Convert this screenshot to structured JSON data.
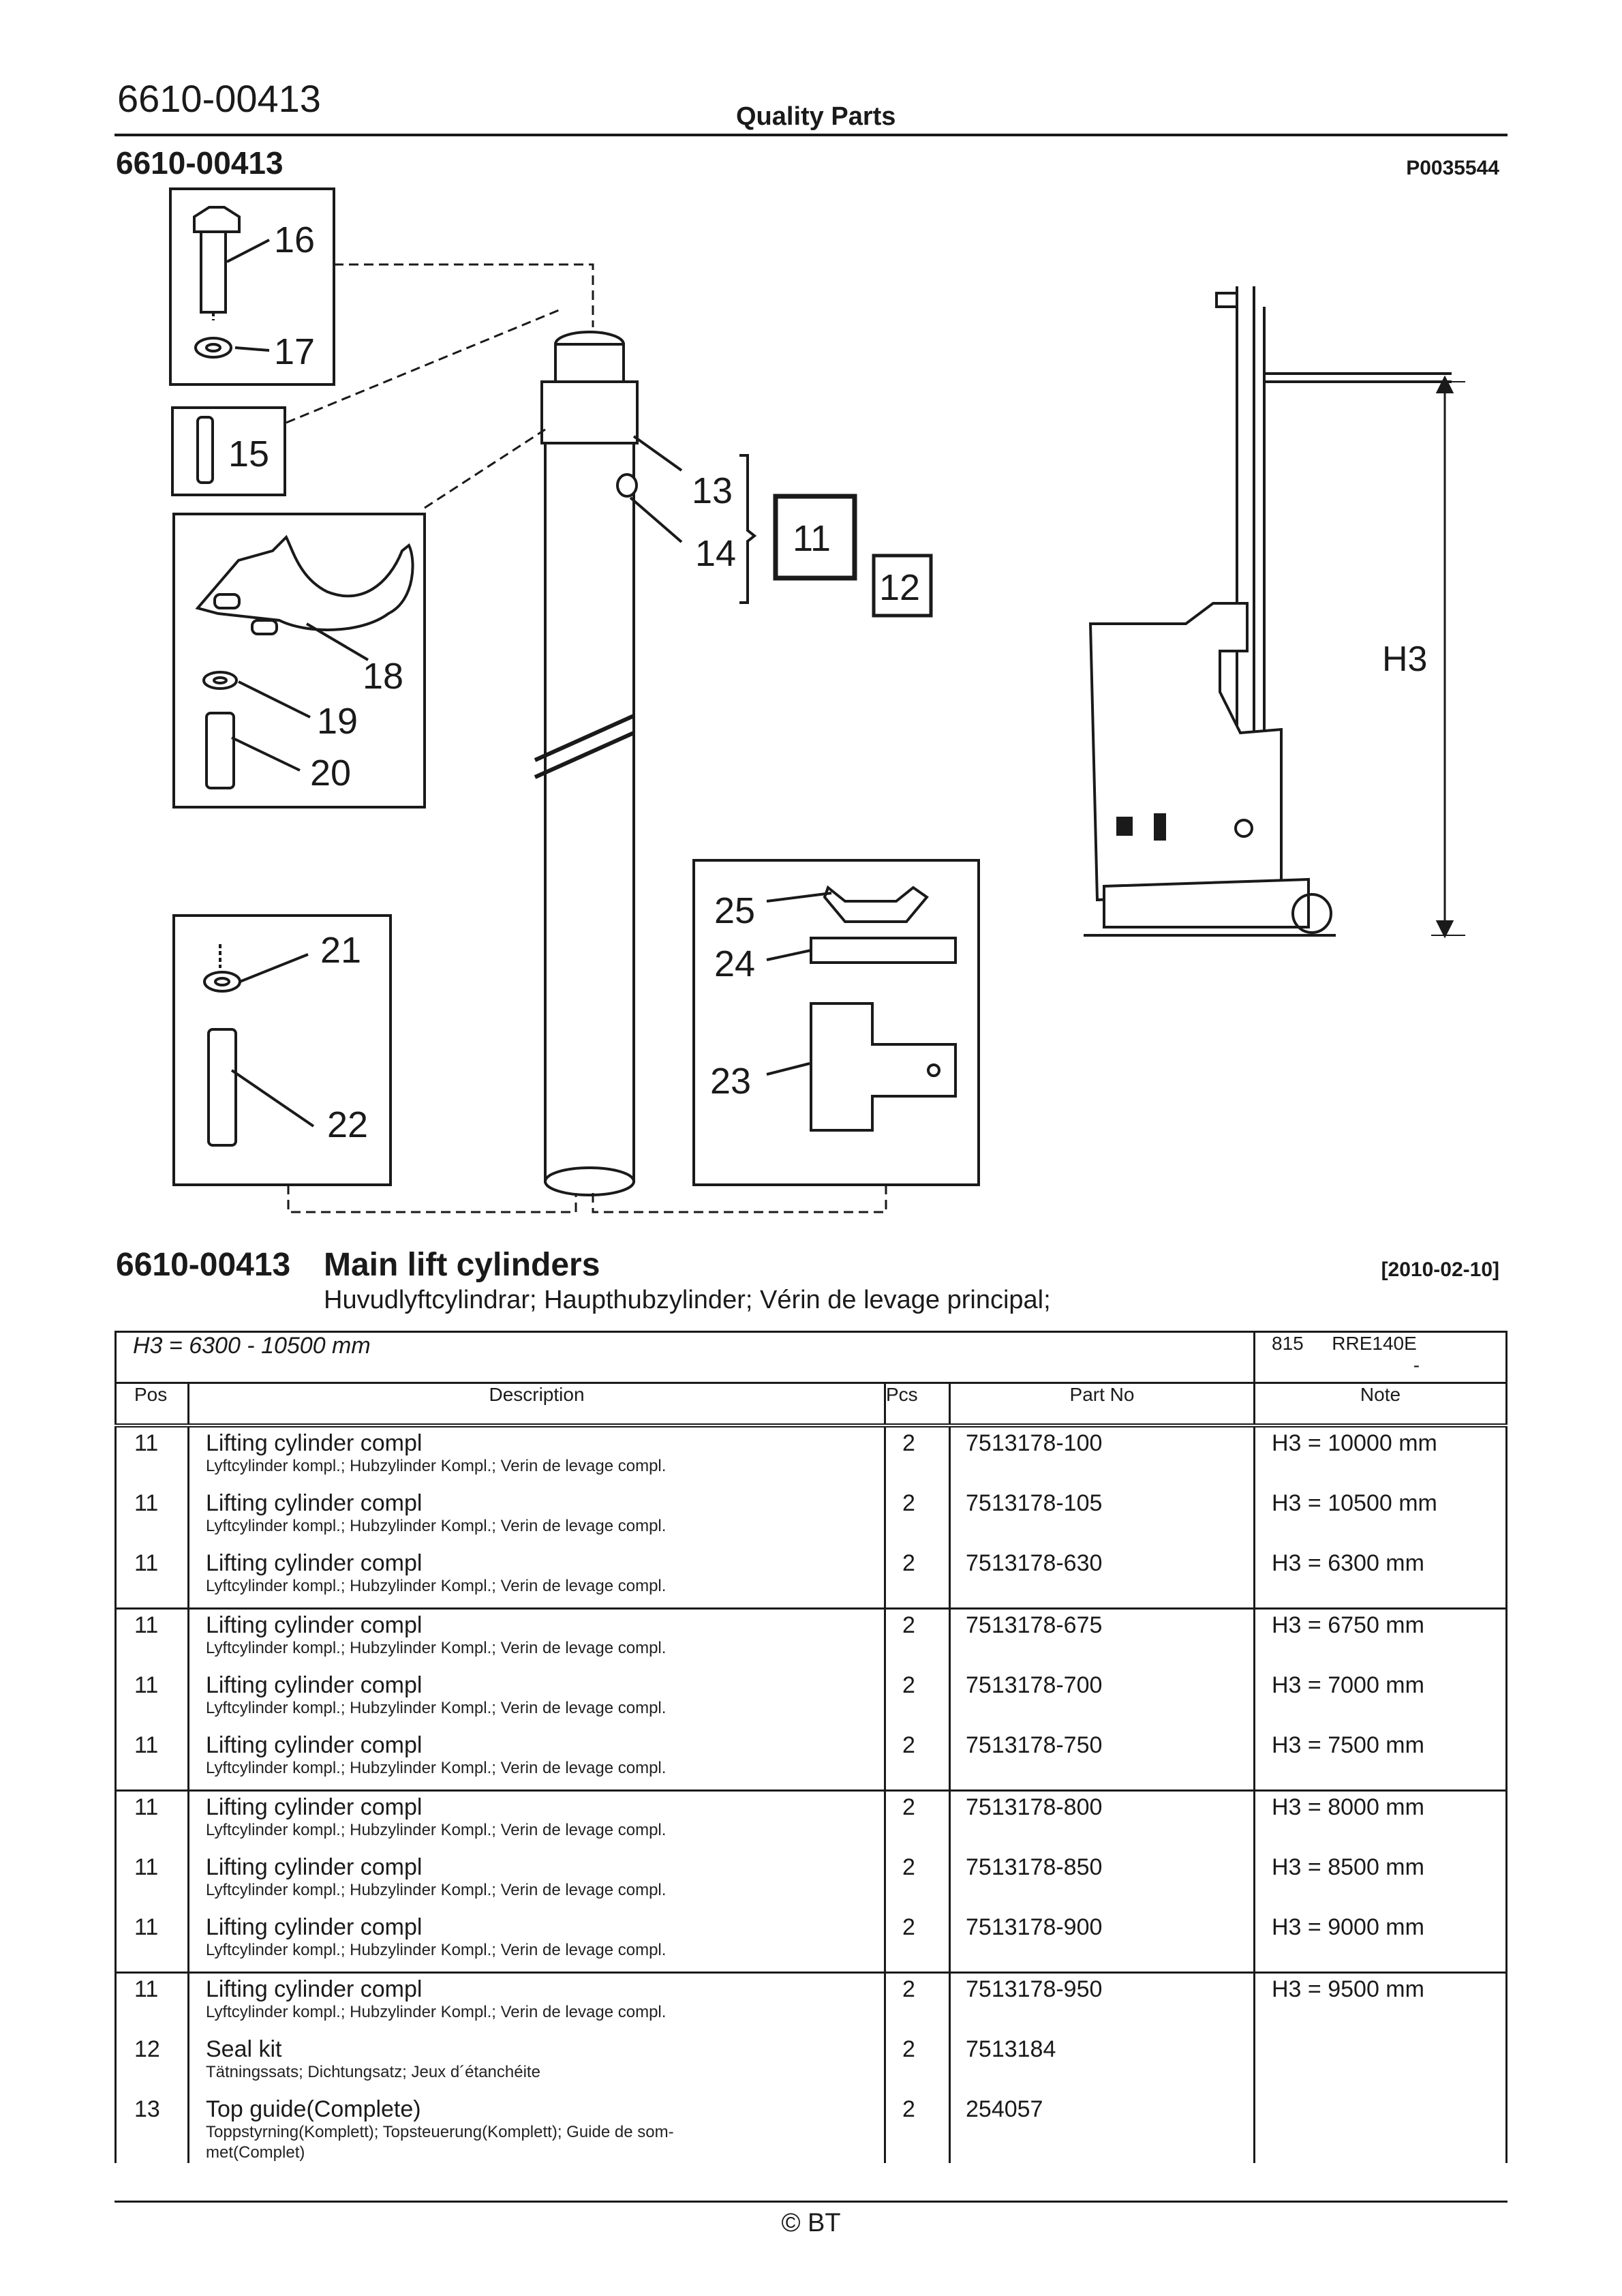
{
  "header": {
    "doc_code": "6610-00413",
    "company_label": "Quality Parts",
    "sub_code": "6610-00413",
    "picture_code": "P0035544"
  },
  "drawing": {
    "callouts": [
      "16",
      "17",
      "15",
      "13",
      "14",
      "11",
      "12",
      "18",
      "19",
      "20",
      "21",
      "22",
      "25",
      "24",
      "23"
    ],
    "height_label": "H3"
  },
  "section": {
    "code": "6610-00413",
    "title": "Main lift cylinders",
    "date": "[2010-02-10]",
    "translations": "Huvudlyftcylindrar; Haupthubzylinder; Vérin de levage principal;"
  },
  "table": {
    "condition": "H3 = 6300 - 10500 mm",
    "model_code": "815",
    "model_name": "RRE140E",
    "model_note": "-",
    "columns": [
      "Pos",
      "Description",
      "Pcs",
      "Part No",
      "Note"
    ],
    "rows": [
      {
        "pos": "11",
        "desc": "Lifting cylinder compl",
        "sub": "Lyftcylinder kompl.; Hubzylinder Kompl.; Verin de levage compl.",
        "pcs": "2",
        "part": "7513178-100",
        "note": "H3 = 10000 mm"
      },
      {
        "pos": "11",
        "desc": "Lifting cylinder compl",
        "sub": "Lyftcylinder kompl.; Hubzylinder Kompl.; Verin de levage compl.",
        "pcs": "2",
        "part": "7513178-105",
        "note": "H3 = 10500 mm"
      },
      {
        "pos": "11",
        "desc": "Lifting cylinder compl",
        "sub": "Lyftcylinder kompl.; Hubzylinder Kompl.; Verin de levage compl.",
        "pcs": "2",
        "part": "7513178-630",
        "note": "H3 = 6300 mm"
      },
      {
        "pos": "11",
        "desc": "Lifting cylinder compl",
        "sub": "Lyftcylinder kompl.; Hubzylinder Kompl.; Verin de levage compl.",
        "pcs": "2",
        "part": "7513178-675",
        "note": "H3 = 6750 mm"
      },
      {
        "pos": "11",
        "desc": "Lifting cylinder compl",
        "sub": "Lyftcylinder kompl.; Hubzylinder Kompl.; Verin de levage compl.",
        "pcs": "2",
        "part": "7513178-700",
        "note": "H3 = 7000 mm"
      },
      {
        "pos": "11",
        "desc": "Lifting cylinder compl",
        "sub": "Lyftcylinder kompl.; Hubzylinder Kompl.; Verin de levage compl.",
        "pcs": "2",
        "part": "7513178-750",
        "note": "H3 = 7500 mm"
      },
      {
        "pos": "11",
        "desc": "Lifting cylinder compl",
        "sub": "Lyftcylinder kompl.; Hubzylinder Kompl.; Verin de levage compl.",
        "pcs": "2",
        "part": "7513178-800",
        "note": "H3 = 8000 mm"
      },
      {
        "pos": "11",
        "desc": "Lifting cylinder compl",
        "sub": "Lyftcylinder kompl.; Hubzylinder Kompl.; Verin de levage compl.",
        "pcs": "2",
        "part": "7513178-850",
        "note": "H3 = 8500 mm"
      },
      {
        "pos": "11",
        "desc": "Lifting cylinder compl",
        "sub": "Lyftcylinder kompl.; Hubzylinder Kompl.; Verin de levage compl.",
        "pcs": "2",
        "part": "7513178-900",
        "note": "H3 = 9000 mm"
      },
      {
        "pos": "11",
        "desc": "Lifting cylinder compl",
        "sub": "Lyftcylinder kompl.; Hubzylinder Kompl.; Verin de levage compl.",
        "pcs": "2",
        "part": "7513178-950",
        "note": "H3 = 9500 mm"
      },
      {
        "pos": "12",
        "desc": "Seal kit",
        "sub": "Tätningssats; Dichtungsatz; Jeux d´étanchéite",
        "pcs": "2",
        "part": "7513184",
        "note": ""
      },
      {
        "pos": "13",
        "desc": "Top guide(Complete)",
        "sub": "Toppstyrning(Komplett); Topsteuerung(Komplett); Guide de som-met(Complet)",
        "pcs": "2",
        "part": "254057",
        "note": ""
      }
    ]
  },
  "footer": {
    "copyright": "© BT"
  }
}
